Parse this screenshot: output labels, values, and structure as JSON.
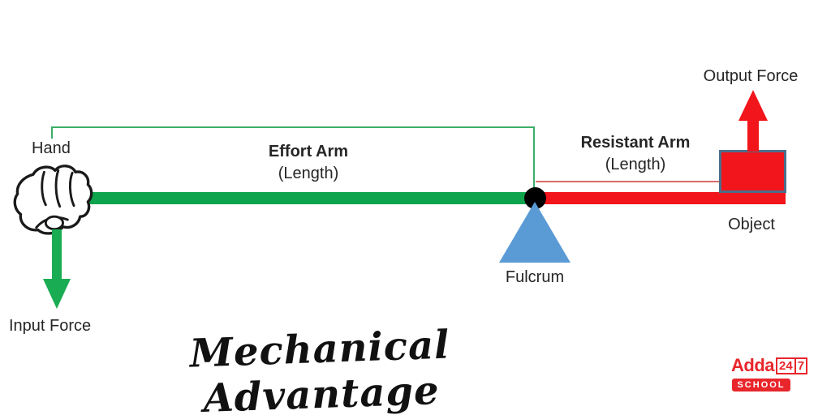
{
  "diagram": {
    "hand_label": "Hand",
    "input_force_label": "Input Force",
    "effort_arm_label": "Effort Arm",
    "effort_arm_sublabel": "(Length)",
    "fulcrum_label": "Fulcrum",
    "resistant_arm_label": "Resistant Arm",
    "resistant_arm_sublabel": "(Length)",
    "output_force_label": "Output Force",
    "object_label": "Object",
    "title": "Mechanical Advantage",
    "colors": {
      "effort_beam_green": "#0EA44D",
      "input_arrow_green": "#19AC52",
      "resistance_red": "#F2151B",
      "fulcrum_blue": "#5B9BD5",
      "object_border_blue": "#4B6E8D",
      "pivot_black": "#000000",
      "effort_measure_line": "#3CAE6A",
      "resist_measure_line": "#D96A6A",
      "label_text": "#262626"
    }
  },
  "logo": {
    "brand": "Adda",
    "number_left": "24",
    "number_right": "7",
    "subtitle": "SCHOOL",
    "brand_red": "#E8262B"
  }
}
